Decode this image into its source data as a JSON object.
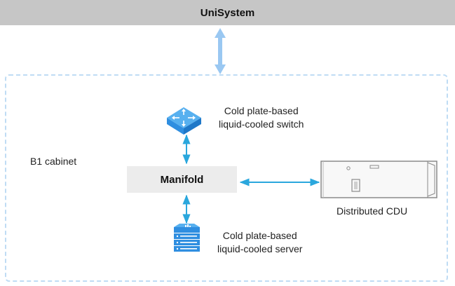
{
  "top_bar": {
    "title": "UniSystem"
  },
  "cabinet": {
    "label": "B1 cabinet"
  },
  "manifold": {
    "label": "Manifold"
  },
  "switch": {
    "line1": "Cold plate-based",
    "line2": "liquid-cooled switch",
    "icon": "switch-icon"
  },
  "server": {
    "line1": "Cold plate-based",
    "line2": "liquid-cooled server",
    "icon": "server-icon"
  },
  "cdu": {
    "label": "Distributed CDU",
    "icon": "cdu-icon"
  },
  "colors": {
    "arrow": "#2aa7dd",
    "arrow_top": "#9ac8f2",
    "icon_blue": "#2f8ee0",
    "top_bar_bg": "#c6c6c6",
    "manifold_bg": "#ececec",
    "dashed_border": "#bfdcf4"
  }
}
